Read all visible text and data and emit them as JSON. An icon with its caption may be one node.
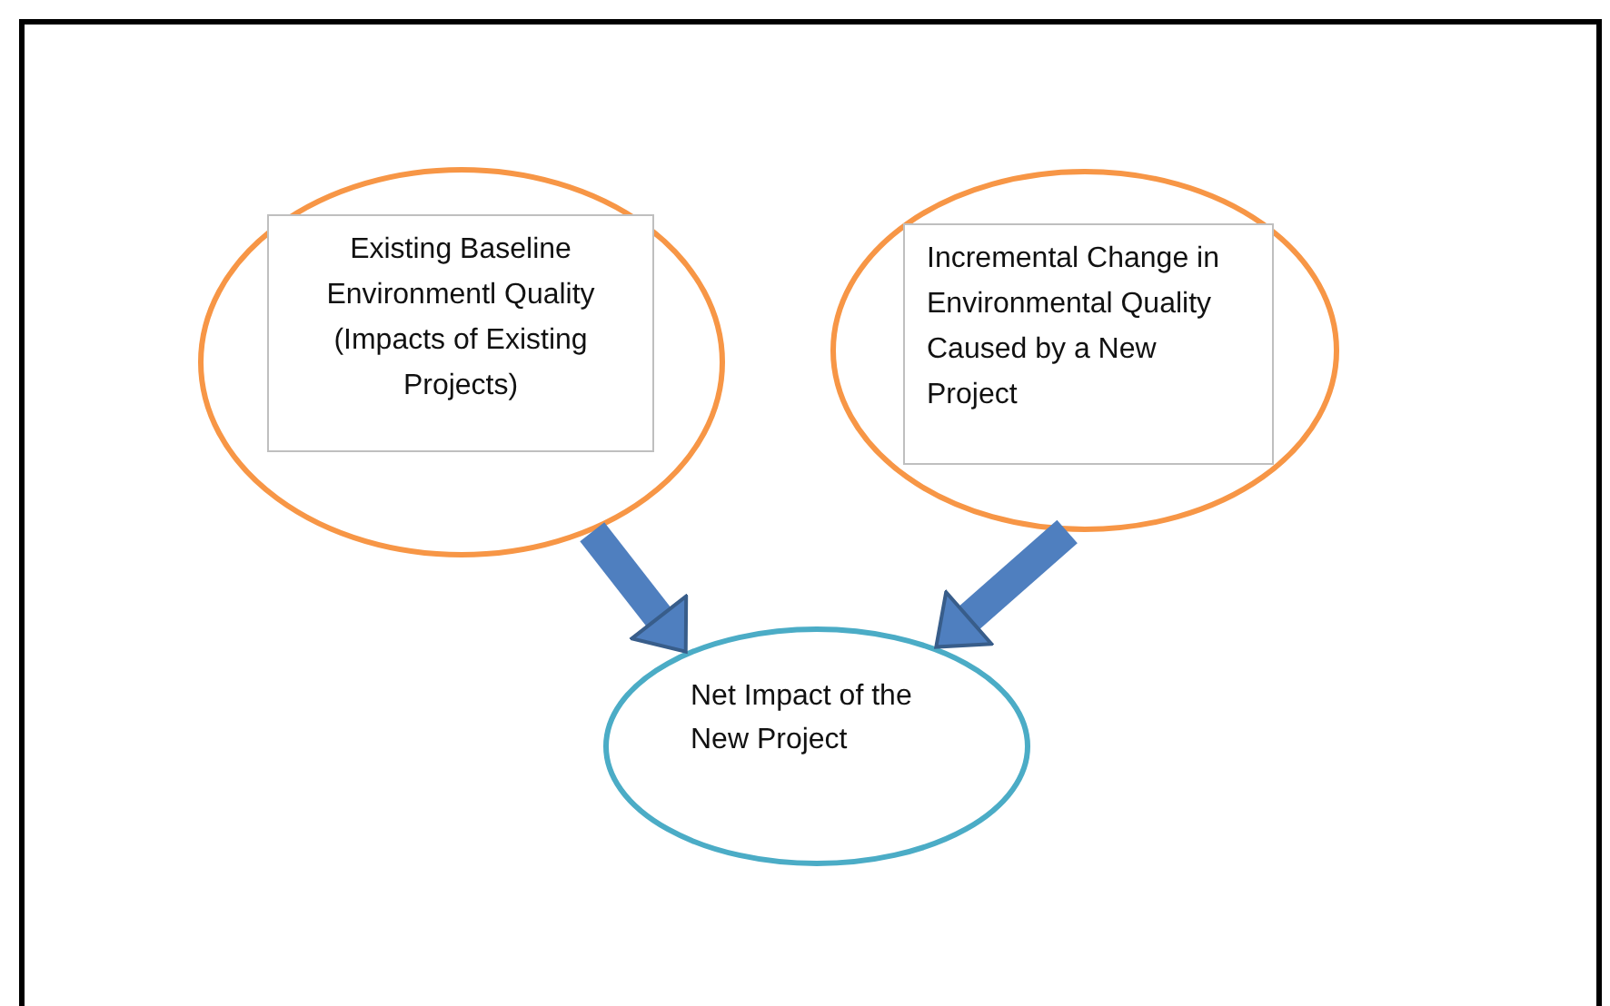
{
  "diagram": {
    "nodes": [
      {
        "text": [],
        "shape": "ellipse"
      },
      {
        "text": [
          "Existing Baseline Environmentl Quality (Impacts of Existing Projects)"
        ],
        "in": 0
      },
      {
        "text": [],
        "shape": "ellipse"
      },
      {
        "text": [
          "Incremental Change in Environmental Quality Caused by a New Project"
        ],
        "in": 2
      },
      {
        "text": [
          "Net Impact of the New Project"
        ]
      }
    ],
    "edges": [
      {
        "from": 0,
        "to": 4,
        "arrow": "to"
      },
      {
        "from": 2,
        "to": 4,
        "arrow": "to"
      }
    ]
  }
}
